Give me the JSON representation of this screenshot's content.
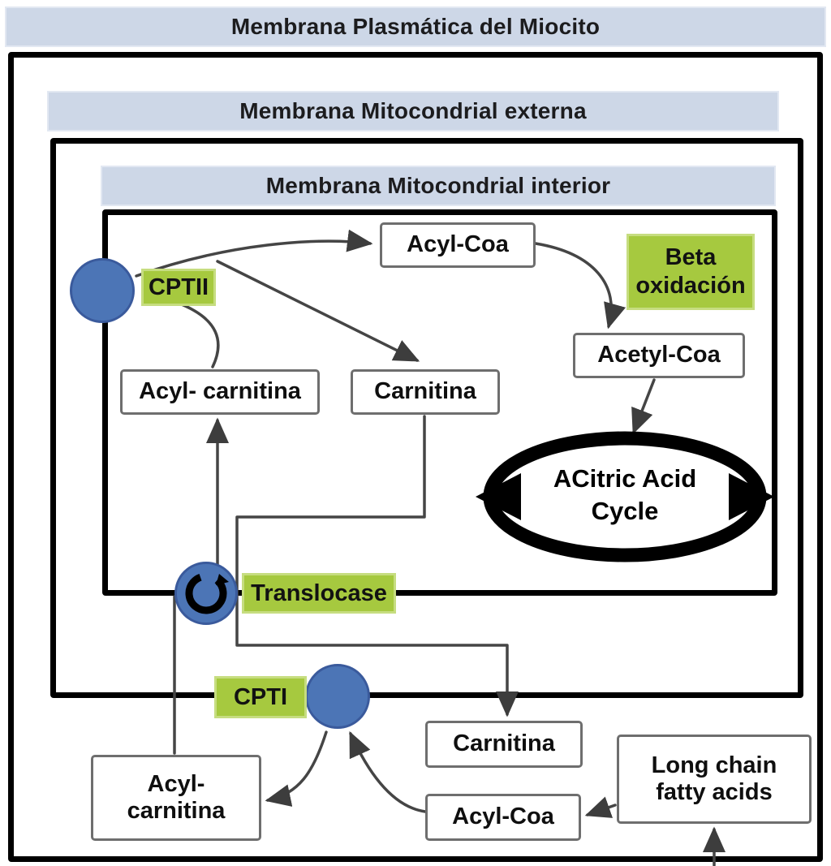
{
  "title_banners": {
    "plasma_membrane": "Membrana Plasmática del Miocito",
    "outer_membrane": "Membrana Mitocondrial externa",
    "inner_membrane": "Membrana Mitocondrial interior"
  },
  "enzymes": {
    "cptii": "CPTII",
    "translocase": "Translocase",
    "cpti": "CPTI"
  },
  "metabolites": {
    "acyl_coa_matrix": "Acyl-Coa",
    "acetyl_coa": "Acetyl-Coa",
    "acyl_carnitina_matrix": "Acyl- carnitina",
    "carnitina_matrix": "Carnitina",
    "carnitina_cytosol": "Carnitina",
    "acyl_coa_cytosol": "Acyl-Coa",
    "acyl_carnitina_cytosol_line1": "Acyl-",
    "acyl_carnitina_cytosol_line2": "carnitina",
    "long_chain_line1": "Long chain",
    "long_chain_line2": "fatty acids"
  },
  "processes": {
    "beta_oxidation_line1": "Beta",
    "beta_oxidation_line2": "oxidación",
    "citric_cycle_line1": "ACitric Acid",
    "citric_cycle_line2": "Cycle"
  },
  "colors": {
    "banner_bg": "#cdd7e7",
    "enzyme_green": "#a6c93f",
    "enzyme_green_border": "#c6dd80",
    "circle_blue": "#4c75b6",
    "line_gray": "#454545",
    "membrane_black": "#000000",
    "box_border_gray": "#6e6e6e"
  }
}
